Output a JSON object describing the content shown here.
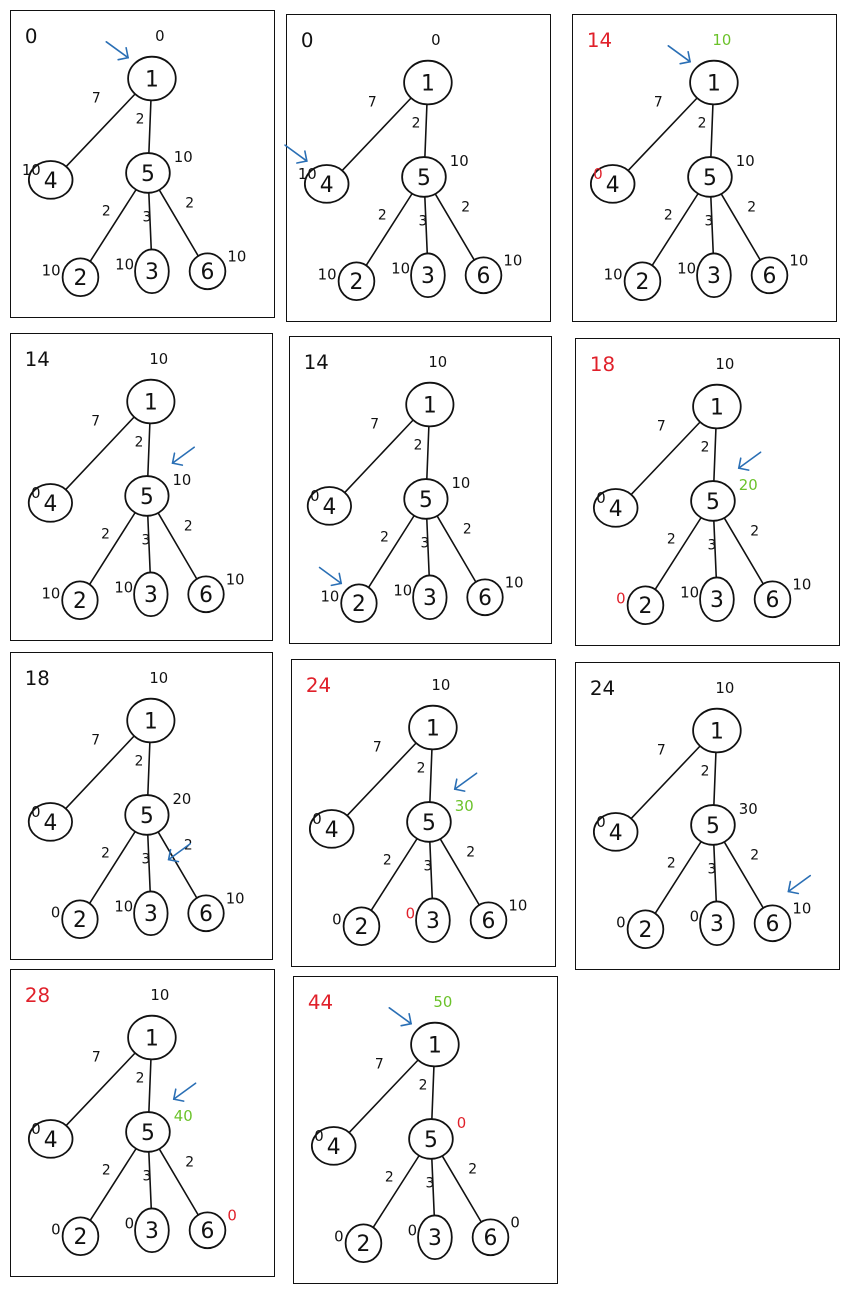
{
  "tree": {
    "nodes": [
      {
        "id": "n1",
        "label": "1"
      },
      {
        "id": "n4",
        "label": "4"
      },
      {
        "id": "n5",
        "label": "5"
      },
      {
        "id": "n2",
        "label": "2"
      },
      {
        "id": "n3",
        "label": "3"
      },
      {
        "id": "n6",
        "label": "6"
      }
    ],
    "edges": [
      {
        "from": "n1",
        "to": "n4",
        "weight": "7"
      },
      {
        "from": "n1",
        "to": "n5",
        "weight": "2"
      },
      {
        "from": "n5",
        "to": "n2",
        "weight": "2"
      },
      {
        "from": "n5",
        "to": "n3",
        "weight": "3"
      },
      {
        "from": "n5",
        "to": "n6",
        "weight": "2"
      }
    ]
  },
  "colors": {
    "ink": "#111111",
    "red": "#e0202a",
    "green": "#6bc22a",
    "blue": "#2a6fb5"
  },
  "frames": [
    {
      "score": "0",
      "score_color": "ink",
      "arrow": "n1",
      "values": {
        "n1": {
          "v": "0",
          "c": "ink"
        },
        "n4": {
          "v": "10",
          "c": "ink"
        },
        "n5": {
          "v": "10",
          "c": "ink"
        },
        "n2": {
          "v": "10",
          "c": "ink"
        },
        "n3": {
          "v": "10",
          "c": "ink"
        },
        "n6": {
          "v": "10",
          "c": "ink"
        }
      }
    },
    {
      "score": "0",
      "score_color": "ink",
      "arrow": "n4",
      "values": {
        "n1": {
          "v": "0",
          "c": "ink"
        },
        "n4": {
          "v": "10",
          "c": "ink"
        },
        "n5": {
          "v": "10",
          "c": "ink"
        },
        "n2": {
          "v": "10",
          "c": "ink"
        },
        "n3": {
          "v": "10",
          "c": "ink"
        },
        "n6": {
          "v": "10",
          "c": "ink"
        }
      }
    },
    {
      "score": "14",
      "score_color": "red",
      "arrow": "n1",
      "values": {
        "n1": {
          "v": "10",
          "c": "green"
        },
        "n4": {
          "v": "0",
          "c": "red"
        },
        "n5": {
          "v": "10",
          "c": "ink"
        },
        "n2": {
          "v": "10",
          "c": "ink"
        },
        "n3": {
          "v": "10",
          "c": "ink"
        },
        "n6": {
          "v": "10",
          "c": "ink"
        }
      }
    },
    {
      "score": "14",
      "score_color": "ink",
      "arrow": "n5",
      "values": {
        "n1": {
          "v": "10",
          "c": "ink"
        },
        "n4": {
          "v": "0",
          "c": "ink"
        },
        "n5": {
          "v": "10",
          "c": "ink"
        },
        "n2": {
          "v": "10",
          "c": "ink"
        },
        "n3": {
          "v": "10",
          "c": "ink"
        },
        "n6": {
          "v": "10",
          "c": "ink"
        }
      }
    },
    {
      "score": "14",
      "score_color": "ink",
      "arrow": "n2",
      "values": {
        "n1": {
          "v": "10",
          "c": "ink"
        },
        "n4": {
          "v": "0",
          "c": "ink"
        },
        "n5": {
          "v": "10",
          "c": "ink"
        },
        "n2": {
          "v": "10",
          "c": "ink"
        },
        "n3": {
          "v": "10",
          "c": "ink"
        },
        "n6": {
          "v": "10",
          "c": "ink"
        }
      }
    },
    {
      "score": "18",
      "score_color": "red",
      "arrow": "n5",
      "values": {
        "n1": {
          "v": "10",
          "c": "ink"
        },
        "n4": {
          "v": "0",
          "c": "ink"
        },
        "n5": {
          "v": "20",
          "c": "green"
        },
        "n2": {
          "v": "0",
          "c": "red"
        },
        "n3": {
          "v": "10",
          "c": "ink"
        },
        "n6": {
          "v": "10",
          "c": "ink"
        }
      }
    },
    {
      "score": "18",
      "score_color": "ink",
      "arrow": "n3",
      "values": {
        "n1": {
          "v": "10",
          "c": "ink"
        },
        "n4": {
          "v": "0",
          "c": "ink"
        },
        "n5": {
          "v": "20",
          "c": "ink"
        },
        "n2": {
          "v": "0",
          "c": "ink"
        },
        "n3": {
          "v": "10",
          "c": "ink"
        },
        "n6": {
          "v": "10",
          "c": "ink"
        }
      }
    },
    {
      "score": "24",
      "score_color": "red",
      "arrow": "n5",
      "values": {
        "n1": {
          "v": "10",
          "c": "ink"
        },
        "n4": {
          "v": "0",
          "c": "ink"
        },
        "n5": {
          "v": "30",
          "c": "green"
        },
        "n2": {
          "v": "0",
          "c": "ink"
        },
        "n3": {
          "v": "0",
          "c": "red"
        },
        "n6": {
          "v": "10",
          "c": "ink"
        }
      }
    },
    {
      "score": "24",
      "score_color": "ink",
      "arrow": "n6",
      "values": {
        "n1": {
          "v": "10",
          "c": "ink"
        },
        "n4": {
          "v": "0",
          "c": "ink"
        },
        "n5": {
          "v": "30",
          "c": "ink"
        },
        "n2": {
          "v": "0",
          "c": "ink"
        },
        "n3": {
          "v": "0",
          "c": "ink"
        },
        "n6": {
          "v": "10",
          "c": "ink"
        }
      }
    },
    {
      "score": "28",
      "score_color": "red",
      "arrow": "n5",
      "values": {
        "n1": {
          "v": "10",
          "c": "ink"
        },
        "n4": {
          "v": "0",
          "c": "ink"
        },
        "n5": {
          "v": "40",
          "c": "green"
        },
        "n2": {
          "v": "0",
          "c": "ink"
        },
        "n3": {
          "v": "0",
          "c": "ink"
        },
        "n6": {
          "v": "0",
          "c": "red"
        }
      }
    },
    {
      "score": "44",
      "score_color": "red",
      "arrow": "n1",
      "values": {
        "n1": {
          "v": "50",
          "c": "green"
        },
        "n4": {
          "v": "0",
          "c": "ink"
        },
        "n5": {
          "v": "0",
          "c": "red"
        },
        "n2": {
          "v": "0",
          "c": "ink"
        },
        "n3": {
          "v": "0",
          "c": "ink"
        },
        "n6": {
          "v": "0",
          "c": "ink"
        }
      }
    }
  ]
}
